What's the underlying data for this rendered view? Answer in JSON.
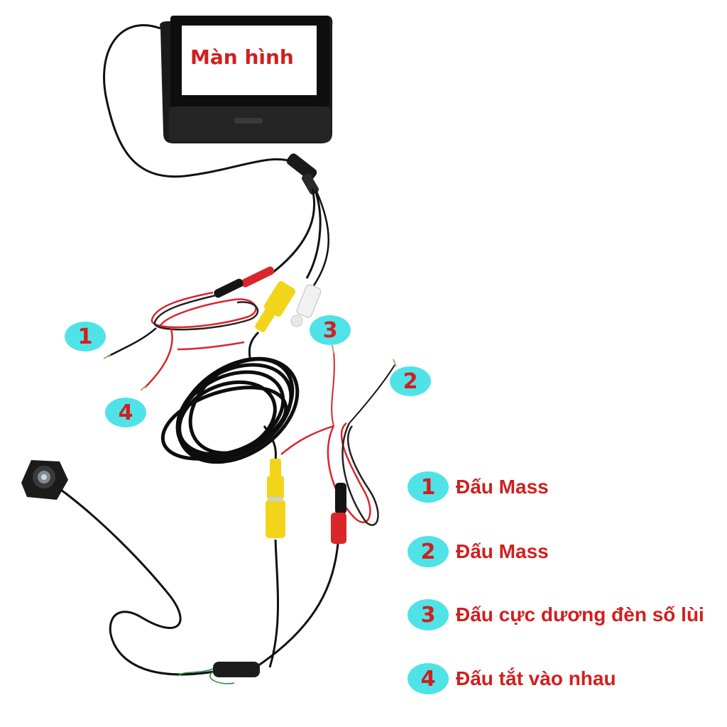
{
  "screen_label": "Màn hình",
  "callouts": [
    {
      "num": "1"
    },
    {
      "num": "2"
    },
    {
      "num": "3"
    },
    {
      "num": "4"
    }
  ],
  "legend": [
    {
      "num": "1",
      "text": "Đấu Mass"
    },
    {
      "num": "2",
      "text": "Đấu Mass"
    },
    {
      "num": "3",
      "text": "Đấu cực dương đèn số lùi"
    },
    {
      "num": "4",
      "text": "Đấu tắt vào nhau"
    }
  ],
  "colors": {
    "accent_text": "#d21f1f",
    "badge_fill": "#4fe3e8",
    "cable": "#111111",
    "rca_yellow": "#f2d51b",
    "wire_red": "#d8262a"
  }
}
